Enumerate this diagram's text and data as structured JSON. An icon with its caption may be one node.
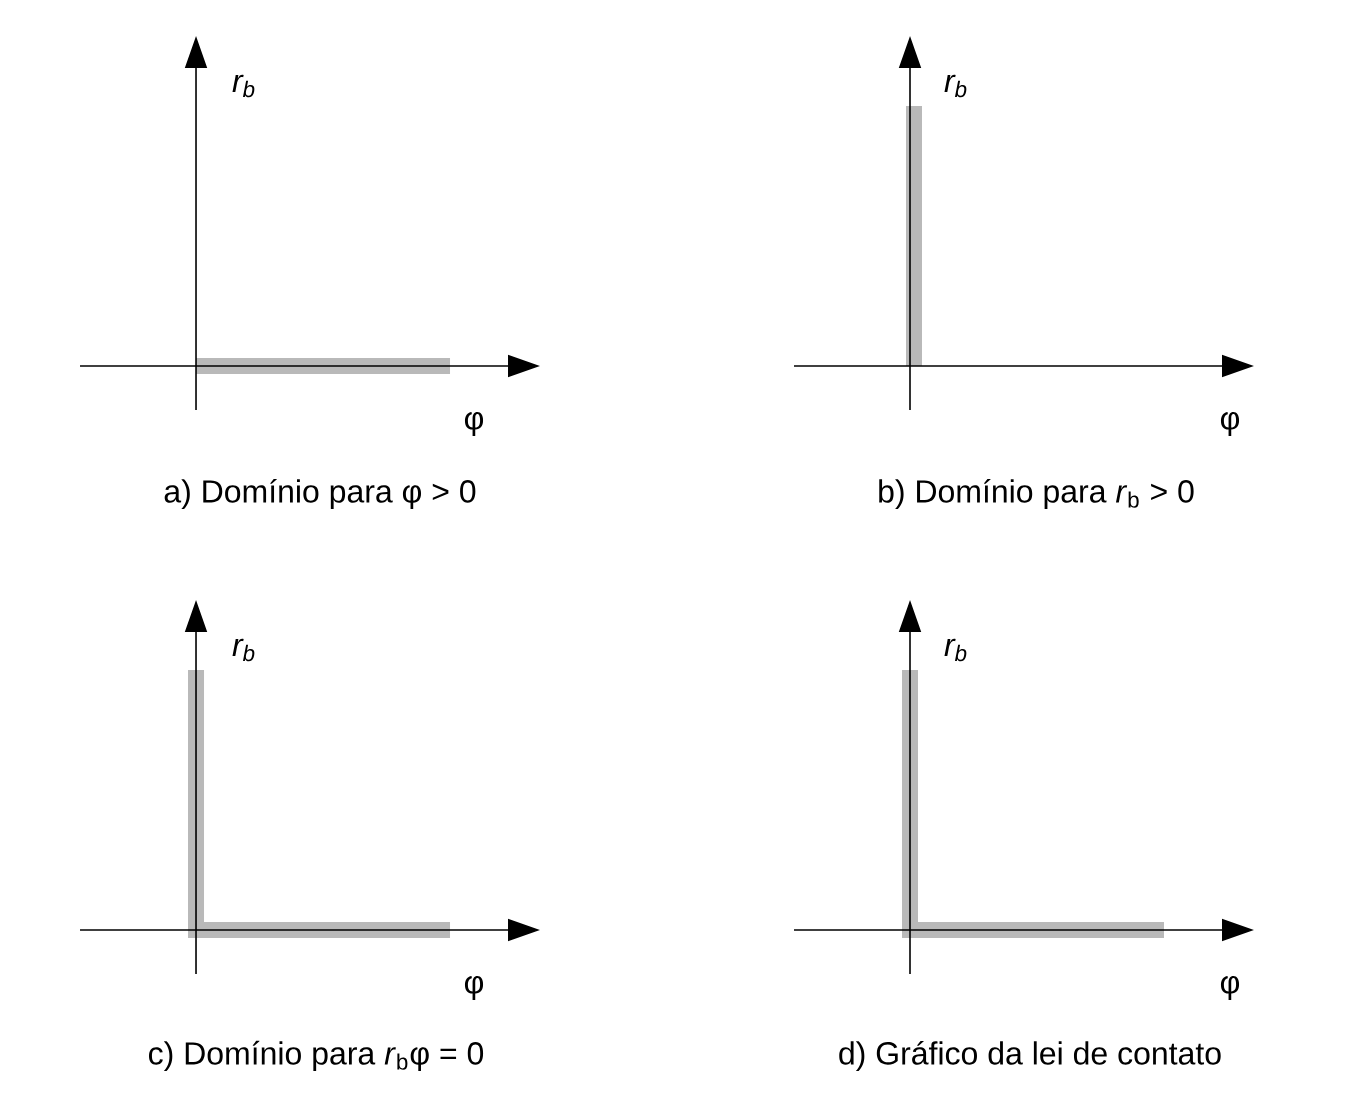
{
  "diagram": {
    "labels": [
      "r$_{b}$",
      "r$_{b}$",
      "φ",
      "φ",
      "a) Domínio para φ > 0",
      "b) Domínio para *r*$_{b}$ > 0",
      "r$_{b}$",
      "r$_{b}$",
      "φ",
      "φ",
      "c) Domínio para *r*$_{b}$φ = 0",
      "d) Gráfico da lei de contato"
    ]
  }
}
